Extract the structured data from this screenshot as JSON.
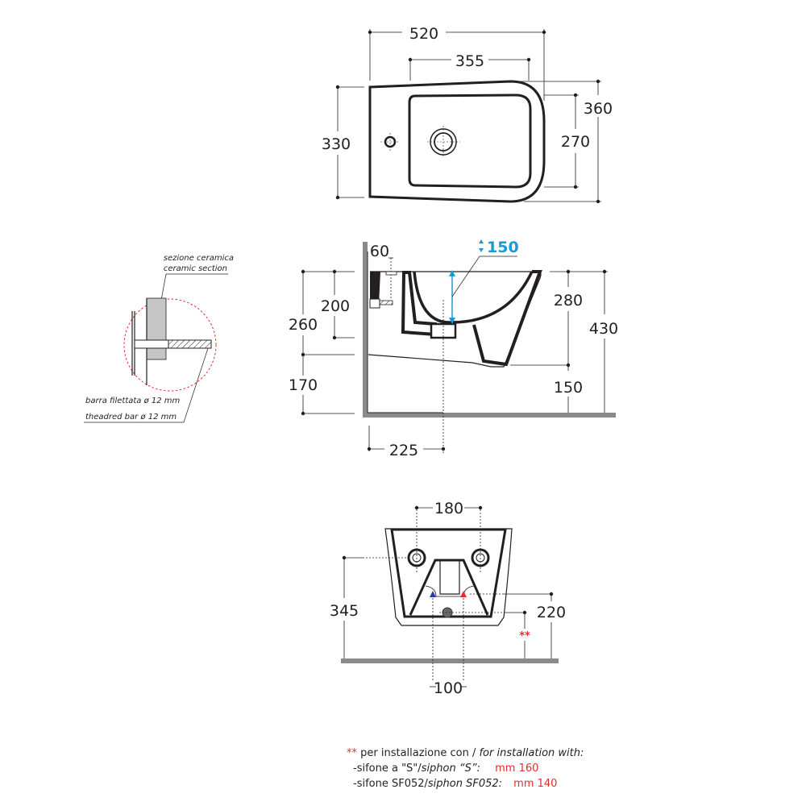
{
  "top_view": {
    "dimensions": {
      "overall_width": "520",
      "bowl_width": "355",
      "overall_depth": "360",
      "bowl_depth": "270",
      "wall_depth": "330"
    }
  },
  "side_view": {
    "dimensions": {
      "wall_offset": "60",
      "water_level": "150",
      "fixing_height": "200",
      "back_height": "260",
      "floor_to_base": "170",
      "bowl_height": "280",
      "total_height": "430",
      "front_base_height": "150",
      "drain_distance": "225"
    },
    "colors": {
      "water_level": "#1a9ad6"
    }
  },
  "detail": {
    "ceramic_section_it": "sezione ceramica",
    "ceramic_section_en": "ceramic section",
    "bar_it": "barra filettata ø 12 mm",
    "bar_en": "theadred bar ø 12 mm",
    "circle_color": "#e52b2b"
  },
  "rear_view": {
    "dimensions": {
      "fixing_spacing": "180",
      "fixing_height": "345",
      "supply_height": "220",
      "supply_spacing": "100",
      "note_marker": "**"
    },
    "colors": {
      "cold": "#2b3aa8",
      "hot": "#e52b2b"
    }
  },
  "notes": {
    "marker": "**",
    "intro_it": " per installazione con / ",
    "intro_en": "for installation with:",
    "line1_it": "-sifone a \"S\"/",
    "line1_en": "siphon “S”:",
    "line1_value": "mm 160",
    "line2_it": "-sifone SF052/",
    "line2_en": "siphon SF052:",
    "line2_value": "mm 140"
  }
}
